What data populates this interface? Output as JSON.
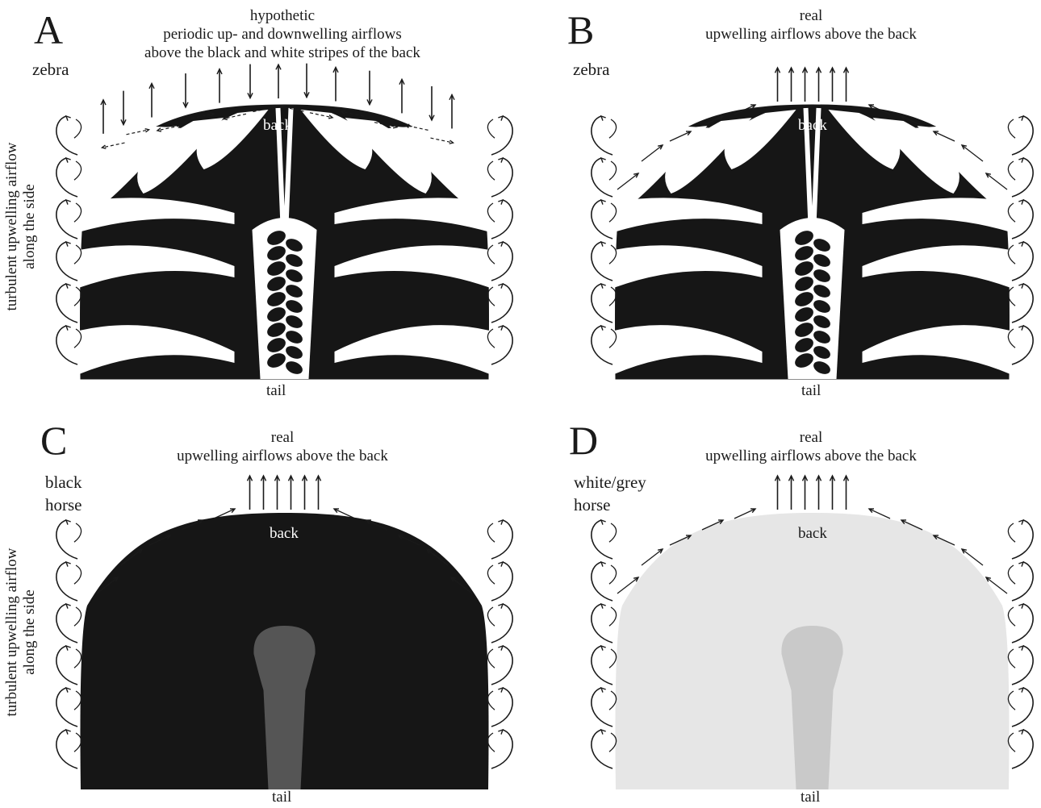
{
  "panels": [
    {
      "letter": "A",
      "title_lines": [
        "hypothetic",
        "periodic up- and downwelling airflows",
        "above the black and white stripes of the back"
      ],
      "subject_lines": [
        "zebra"
      ],
      "side_lines": [
        "turbulent upwelling airflow",
        "along the side"
      ],
      "back_label": "back",
      "tail_label": "tail",
      "coat": "zebra",
      "flow": "periodic"
    },
    {
      "letter": "B",
      "title_lines": [
        "real",
        "upwelling airflows above the back"
      ],
      "subject_lines": [
        "zebra"
      ],
      "side_lines": [],
      "back_label": "back",
      "tail_label": "tail",
      "coat": "zebra",
      "flow": "upwelling"
    },
    {
      "letter": "C",
      "title_lines": [
        "real",
        "upwelling airflows above the back"
      ],
      "subject_lines": [
        "black",
        "horse"
      ],
      "side_lines": [
        "turbulent upwelling airflow",
        "along the side"
      ],
      "back_label": "back",
      "tail_label": "tail",
      "coat": "black",
      "flow": "upwelling"
    },
    {
      "letter": "D",
      "title_lines": [
        "real",
        "upwelling airflows above the back"
      ],
      "subject_lines": [
        "white/grey",
        "horse"
      ],
      "side_lines": [],
      "back_label": "back",
      "tail_label": "tail",
      "coat": "white-grey",
      "flow": "upwelling"
    }
  ],
  "colors": {
    "ink": "#1a1a1a",
    "black_coat": "#161616",
    "black_tail": "#555555",
    "white_coat": "#e6e6e6",
    "white_tail": "#c9c9c9",
    "text_on_dark": "#ffffff"
  }
}
